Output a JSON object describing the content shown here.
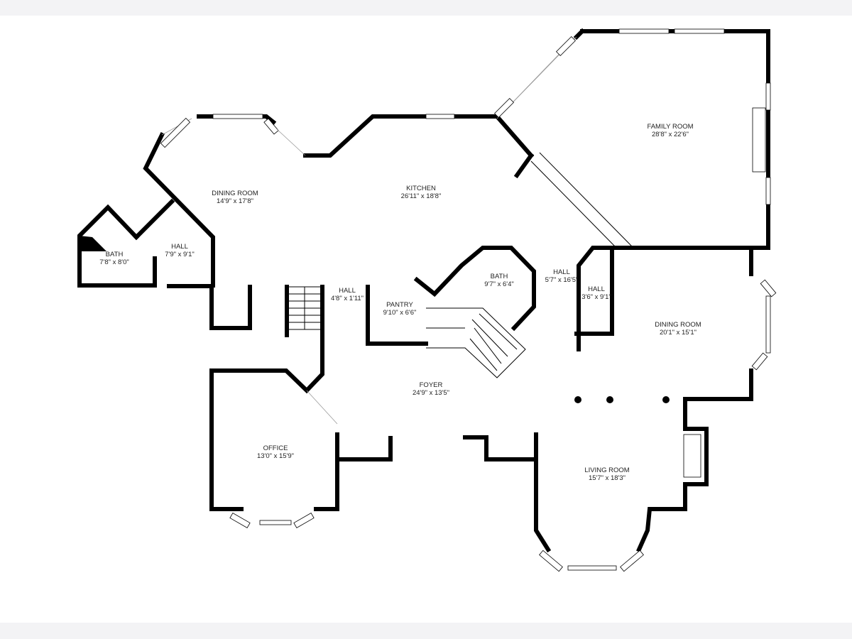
{
  "colors": {
    "wall": "#000000",
    "background": "#ffffff",
    "frame": "#f3f3f5",
    "text": "#222222"
  },
  "rooms": [
    {
      "id": "family-room",
      "name": "FAMILY ROOM",
      "size": "28'8\" x 22'6\""
    },
    {
      "id": "kitchen",
      "name": "KITCHEN",
      "size": "26'11\" x 18'8\""
    },
    {
      "id": "dining-room-west",
      "name": "DINING ROOM",
      "size": "14'9\" x 17'8\""
    },
    {
      "id": "hall-west",
      "name": "HALL",
      "size": "7'9\" x 9'1\""
    },
    {
      "id": "bath-west",
      "name": "BATH",
      "size": "7'8\" x 8'0\""
    },
    {
      "id": "hall-center",
      "name": "HALL",
      "size": "4'8\" x 1'11\""
    },
    {
      "id": "pantry",
      "name": "PANTRY",
      "size": "9'10\" x 6'6\""
    },
    {
      "id": "bath-center",
      "name": "BATH",
      "size": "9'7\" x 6'4\""
    },
    {
      "id": "hall-east",
      "name": "HALL",
      "size": "5'7\" x 16'5\""
    },
    {
      "id": "hall-small",
      "name": "HALL",
      "size": "3'6\" x 9'1\""
    },
    {
      "id": "dining-room-east",
      "name": "DINING ROOM",
      "size": "20'1\" x 15'1\""
    },
    {
      "id": "foyer",
      "name": "FOYER",
      "size": "24'9\" x 13'5\""
    },
    {
      "id": "office",
      "name": "OFFICE",
      "size": "13'0\" x 15'9\""
    },
    {
      "id": "living-room",
      "name": "LIVING ROOM",
      "size": "15'7\" x 18'3\""
    }
  ]
}
